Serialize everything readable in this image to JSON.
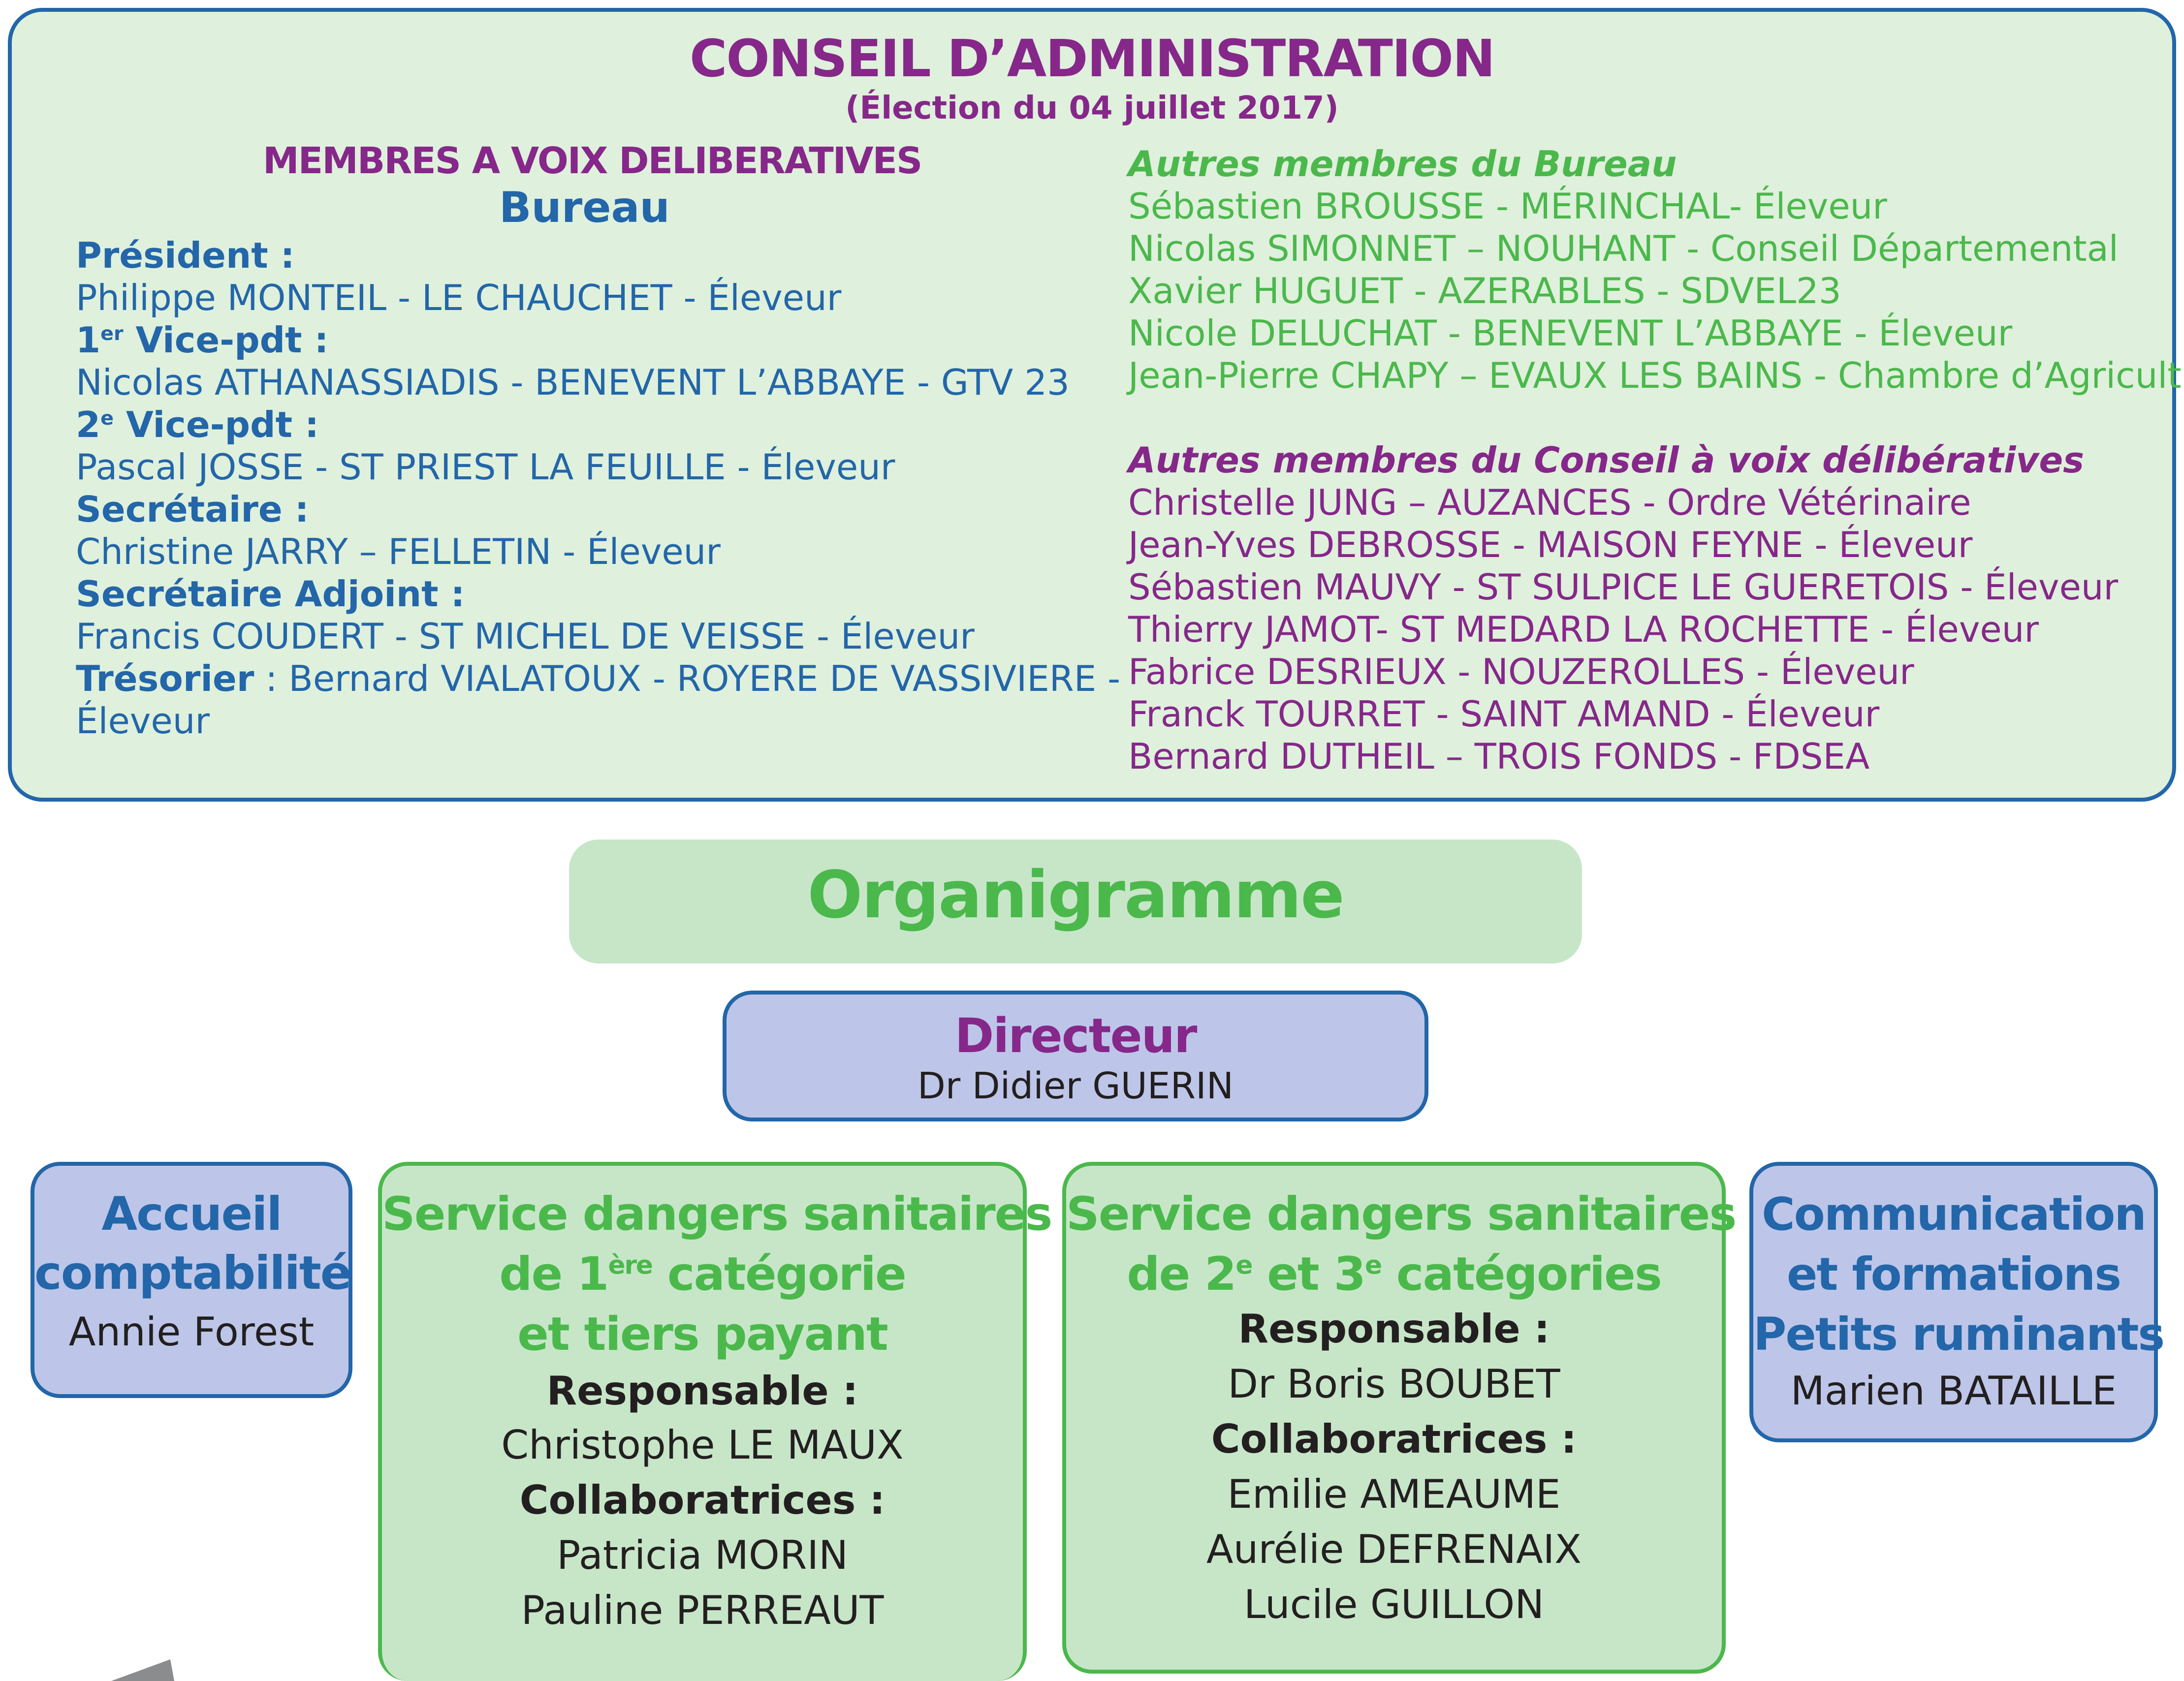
{
  "conseil": {
    "title": "CONSEIL D’ADMINISTRATION",
    "subtitle": "(Élection du 04 juillet 2017)",
    "membres_heading": "MEMBRES A VOIX DELIBERATIVES",
    "bureau_heading": "Bureau",
    "president_label": "Président :",
    "president": "Philippe MONTEIL - LE CHAUCHET - Éleveur",
    "vp1_num": "1",
    "vp1_sup": "er",
    "vp1_label": " Vice-pdt :",
    "vp1": "Nicolas ATHANASSIADIS - BENEVENT L’ABBAYE - GTV 23",
    "vp2_num": "2",
    "vp2_sup": "e",
    "vp2_label": " Vice-pdt :",
    "vp2": "Pascal JOSSE - ST PRIEST LA FEUILLE - Éleveur",
    "secretaire_label": "Secrétaire :",
    "secretaire": "Christine JARRY – FELLETIN - Éleveur",
    "secretaire_adj_label": "Secrétaire Adjoint :",
    "secretaire_adj": "Francis COUDERT - ST MICHEL DE VEISSE - Éleveur",
    "tresorier_label": "Trésorier",
    "tresorier": " :  Bernard  VIALATOUX  -  ROYERE  DE  VASSIVIERE  -",
    "tresorier_cont": "Éleveur",
    "autres_bureau_heading": "Autres membres du Bureau",
    "autres_bureau": [
      "Sébastien BROUSSE - MÉRINCHAL- Éleveur",
      "Nicolas SIMONNET – NOUHANT - Conseil Départemental",
      "Xavier HUGUET - AZERABLES - SDVEL23",
      "Nicole DELUCHAT - BENEVENT L’ABBAYE - Éleveur",
      "Jean-Pierre CHAPY – EVAUX LES BAINS - Chambre d’Agriculture"
    ],
    "autres_conseil_heading": "Autres membres du Conseil à voix délibératives",
    "autres_conseil": [
      "Christelle JUNG – AUZANCES - Ordre Vétérinaire",
      "Jean-Yves DEBROSSE - MAISON FEYNE - Éleveur",
      "Sébastien MAUVY - ST SULPICE LE GUERETOIS - Éleveur",
      "Thierry JAMOT- ST MEDARD LA ROCHETTE - Éleveur",
      "Fabrice DESRIEUX - NOUZEROLLES - Éleveur",
      "Franck TOURRET - SAINT AMAND - Éleveur",
      "Bernard DUTHEIL – TROIS FONDS - FDSEA"
    ]
  },
  "organigramme": {
    "title": "Organigramme",
    "directeur": {
      "title": "Directeur",
      "name": "Dr Didier GUERIN"
    },
    "accueil": {
      "title1": "Accueil",
      "title2": "comptabilité",
      "name": "Annie Forest"
    },
    "service1": {
      "title1": "Service dangers sanitaires",
      "title2_pre": "de 1",
      "title2_sup": "ère",
      "title2_post": " catégorie",
      "title3": "et tiers payant",
      "resp_label": "Responsable :",
      "resp": "Christophe LE MAUX",
      "collab_label": "Collaboratrices :",
      "collabs": [
        "Patricia MORIN",
        "Pauline PERREAUT"
      ]
    },
    "service2": {
      "title1": "Service dangers sanitaires",
      "title2_pre": "de 2",
      "title2_sup1": "e",
      "title2_mid": " et 3",
      "title2_sup2": "e",
      "title2_post": " catégories",
      "resp_label": "Responsable :",
      "resp": "Dr Boris BOUBET",
      "collab_label": "Collaboratrices :",
      "collabs": [
        "Emilie AMEAUME",
        "Aurélie DEFRENAIX",
        "Lucile GUILLON"
      ]
    },
    "communication": {
      "title1": "Communication",
      "title2": "et formations",
      "title3": "Petits ruminants",
      "name": "Marien BATAILLE"
    }
  },
  "colors": {
    "blue": "#2366a9",
    "green": "#4bb84c",
    "purple": "#86278a",
    "panel_green": "#dff0dc",
    "box_green": "#c7e6c8",
    "box_blue": "#bdc6e8"
  }
}
